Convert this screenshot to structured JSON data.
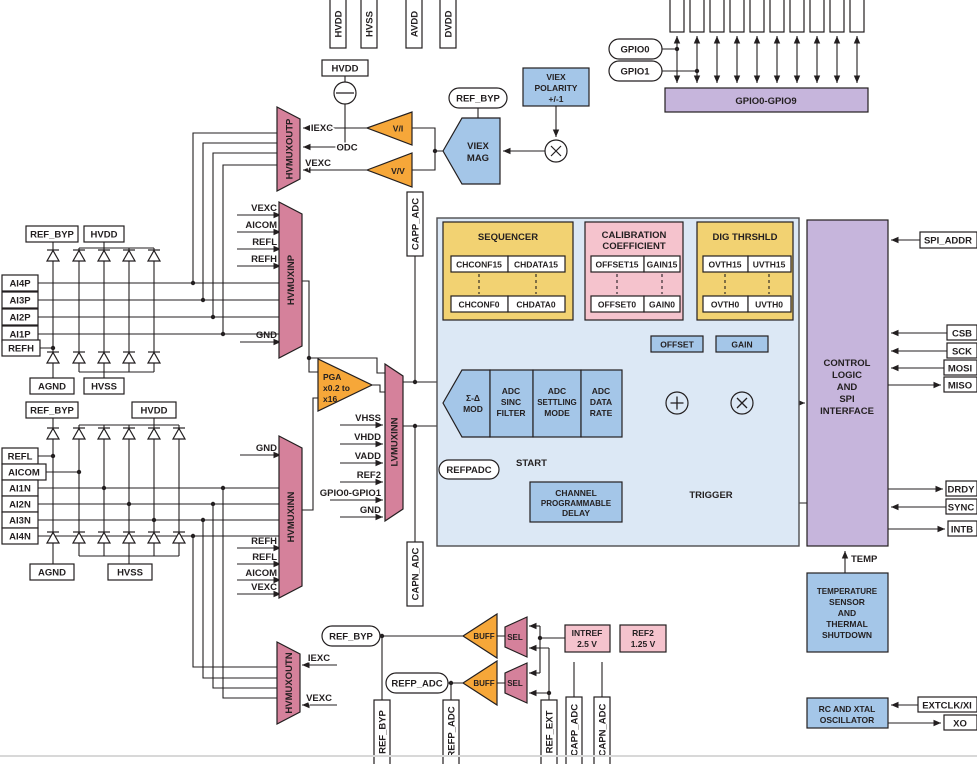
{
  "colors": {
    "mux_pink": "#D5819B",
    "amp_orange": "#F6A739",
    "block_blue": "#A4C6E8",
    "container_blue": "#DCE8F5",
    "purple": "#C6B5DC",
    "reg_yellow": "#F2D272",
    "reg_pink": "#F5C3CD",
    "wire": "#231F20"
  },
  "top_pins": [
    "HVDD",
    "HVSS",
    "AVDD",
    "DVDD"
  ],
  "excitation": {
    "hvdd_box": "HVDD",
    "iexc": "IEXC",
    "odc": "ODC",
    "vexc": "VEXC",
    "vi": "V/I",
    "vv": "V/V",
    "viex_mag": [
      "VIEX",
      "MAG"
    ],
    "ref_byp": "REF_BYP",
    "viex_polarity": [
      "VIEX",
      "POLARITY",
      "+/-1"
    ]
  },
  "gpio": {
    "g0": "GPIO0",
    "g1": "GPIO1",
    "bus": "GPIO0-GPIO9"
  },
  "left_upper": {
    "ref_byp": "REF_BYP",
    "hvdd": "HVDD",
    "agnd": "AGND",
    "hvss": "HVSS",
    "pins": [
      "AI4P",
      "AI3P",
      "AI2P",
      "AI1P",
      "REFH"
    ],
    "mux_out": "HVMUXOUTP",
    "mux_in": "HVMUXINP",
    "mux_in_labels": [
      "VEXC",
      "AICOM",
      "REFL",
      "REFH"
    ],
    "gnd": "GND"
  },
  "left_lower": {
    "ref_byp": "REF_BYP",
    "hvdd": "HVDD",
    "agnd": "AGND",
    "hvss": "HVSS",
    "pins": [
      "REFL",
      "AICOM",
      "AI1N",
      "AI2N",
      "AI3N",
      "AI4N"
    ],
    "mux_in": "HVMUXINN",
    "mux_out": "HVMUXOUTN",
    "mux_in_labels": [
      "REFH",
      "REFL",
      "AICOM",
      "VEXC"
    ],
    "gnd": "GND",
    "iexc": "IEXC",
    "vexc": "VEXC"
  },
  "pga": [
    "PGA",
    "x0.2 to",
    "x16"
  ],
  "lvmux": {
    "name": "LVMUXINN",
    "inputs": [
      "VHSS",
      "VHDD",
      "VADD",
      "REF2",
      "GPIO0-GPIO1",
      "GND"
    ],
    "capp": "CAPP_ADC",
    "capn": "CAPN_ADC"
  },
  "adc": {
    "mod": [
      "Σ-Δ",
      "MOD"
    ],
    "sinc": [
      "ADC",
      "SINC",
      "FILTER"
    ],
    "settling": [
      "ADC",
      "SETTLING",
      "MODE"
    ],
    "rate": [
      "ADC",
      "DATA",
      "RATE"
    ],
    "offset": "OFFSET",
    "gain": "GAIN",
    "refpadc": "REFPADC",
    "start": "START",
    "trigger": "TRIGGER",
    "delay": [
      "CHANNEL",
      "PROGRAMMABLE",
      "DELAY"
    ]
  },
  "registers": {
    "sequencer": {
      "title": "SEQUENCER",
      "cells": [
        "CHCONF15",
        "CHDATA15",
        "CHCONF0",
        "CHDATA0"
      ]
    },
    "calibration": {
      "title": [
        "CALIBRATION",
        "COEFFICIENT"
      ],
      "cells": [
        "OFFSET15",
        "GAIN15",
        "OFFSET0",
        "GAIN0"
      ]
    },
    "dig_thrshld": {
      "title": "DIG THRSHLD",
      "cells": [
        "OVTH15",
        "UVTH15",
        "OVTH0",
        "UVTH0"
      ]
    }
  },
  "control": {
    "lines": [
      "CONTROL",
      "LOGIC",
      "AND",
      "SPI",
      "INTERFACE"
    ]
  },
  "right_pins": {
    "spi_addr": "SPI_ADDR",
    "csb": "CSB",
    "sck": "SCK",
    "mosi": "MOSI",
    "miso": "MISO",
    "drdy": "DRDY",
    "sync": "SYNC",
    "intb": "INTB",
    "extclk": "EXTCLK/XI",
    "xo": "XO"
  },
  "temp": {
    "label": "TEMP",
    "block": [
      "TEMPERATURE",
      "SENSOR",
      "AND",
      "THERMAL",
      "SHUTDOWN"
    ]
  },
  "osc": [
    "RC AND XTAL",
    "OSCILLATOR"
  ],
  "reference": {
    "ref_byp": "REF_BYP",
    "refp_adc": "REFP_ADC",
    "buff": "BUFF",
    "sel": "SEL",
    "intref": [
      "INTREF",
      "2.5 V"
    ],
    "ref2": [
      "REF2",
      "1.25 V"
    ],
    "pins": [
      "REF_BYP",
      "REFP_ADC",
      "REF_EXT",
      "CAPP_ADC",
      "CAPN_ADC"
    ]
  }
}
